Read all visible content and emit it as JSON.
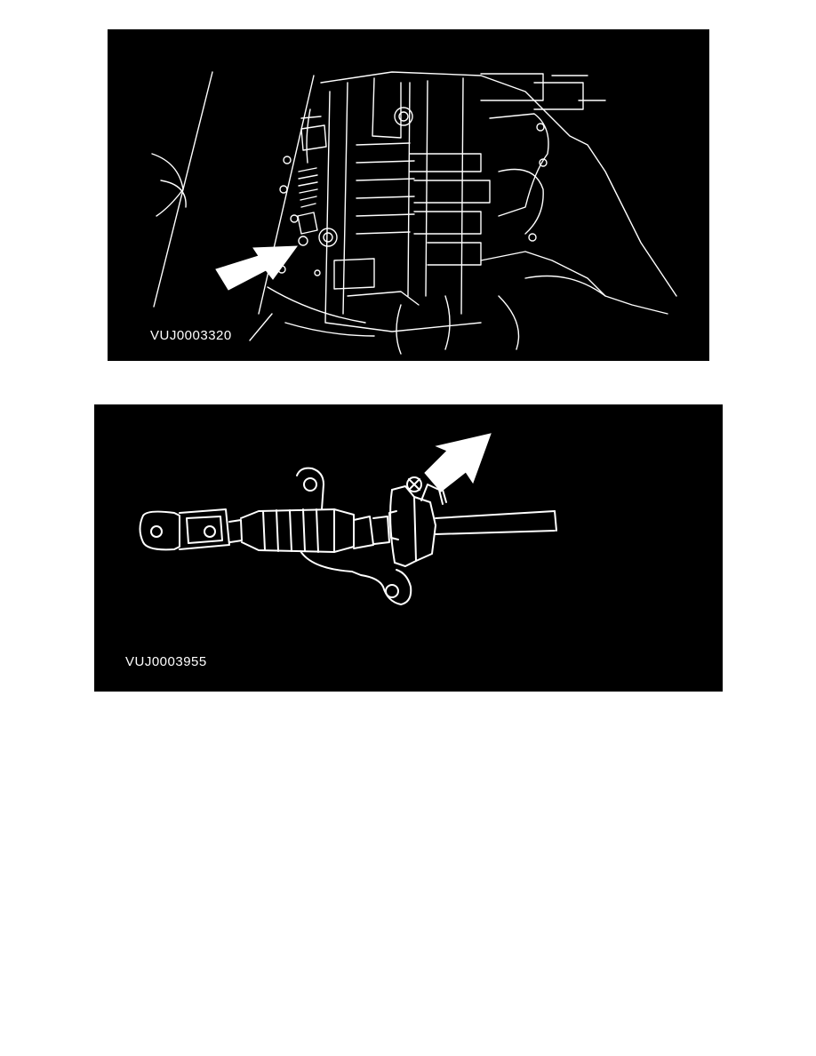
{
  "figures": [
    {
      "code": "VUJ0003320",
      "icon": "transmission-housing-illustration",
      "indicator": "arrow-pointer-icon"
    },
    {
      "code": "VUJ0003955",
      "icon": "selector-cable-illustration",
      "indicator": "arrow-pointer-icon"
    }
  ],
  "colors": {
    "figure_background": "#000000",
    "line_art": "#ffffff",
    "page_background": "#ffffff"
  }
}
